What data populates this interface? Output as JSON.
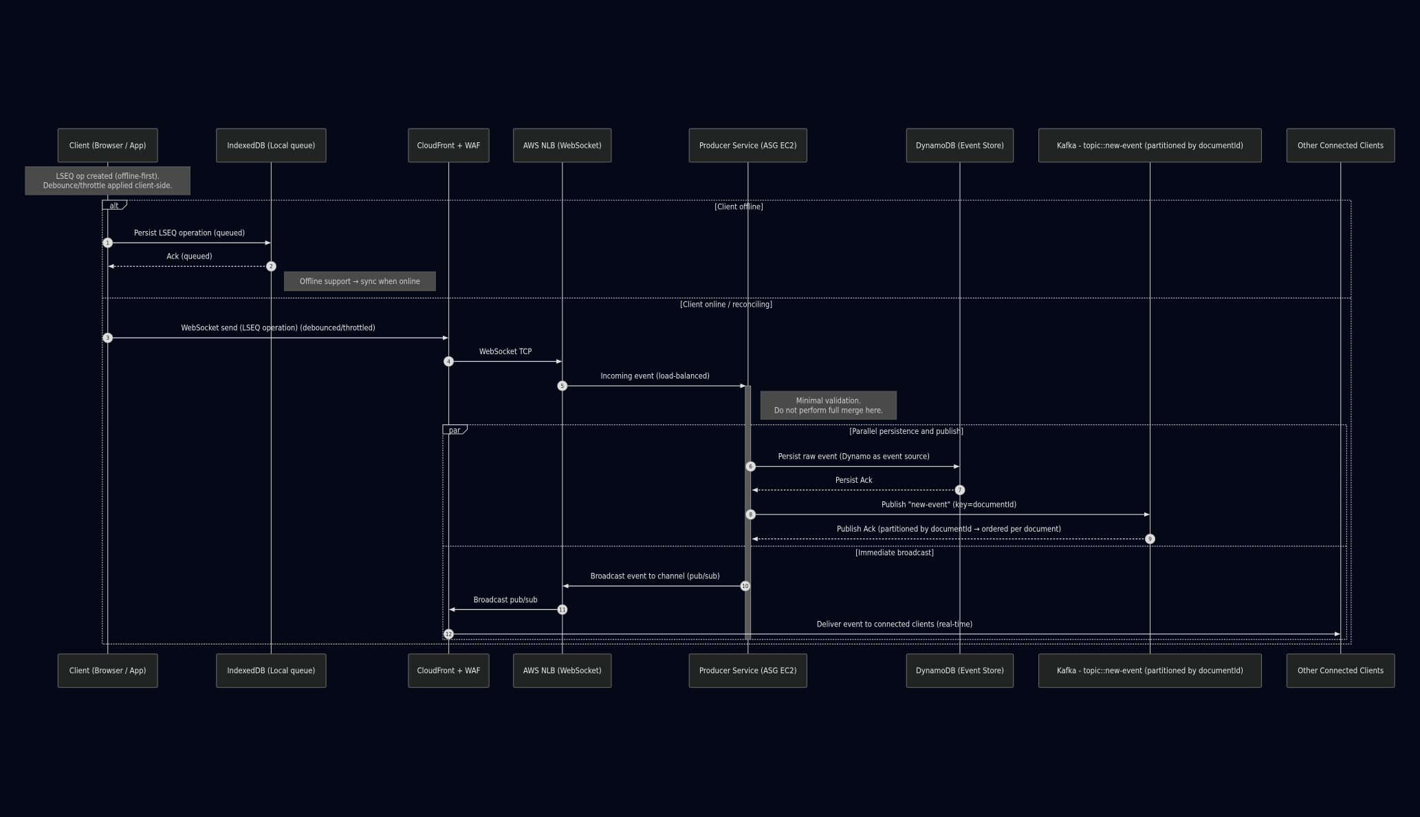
{
  "participants": [
    "Client (Browser / App)",
    "IndexedDB (Local queue)",
    "CloudFront + WAF",
    "AWS NLB (WebSocket)",
    "Producer Service (ASG EC2)",
    "DynamoDB (Event Store)",
    "Kafka - topic::new-event (partitioned by documentId)",
    "Other Connected Clients"
  ],
  "notes": [
    {
      "lines": [
        "LSEQ op created (offline-first).",
        "Debounce/throttle applied client-side."
      ]
    },
    {
      "lines": [
        "Offline support → sync when online"
      ]
    },
    {
      "lines": [
        "Minimal validation.",
        "Do not perform full merge here."
      ]
    }
  ],
  "frames": {
    "alt": {
      "keyword": "alt",
      "section1": "[Client offline]",
      "section2": "[Client online / reconciling]"
    },
    "par": {
      "keyword": "par",
      "section1": "[Parallel persistence and publish]",
      "section2": "[Immediate broadcast]"
    }
  },
  "messages": [
    {
      "num": "1",
      "from": 0,
      "to": 1,
      "label": "Persist LSEQ operation (queued)",
      "style": "solid"
    },
    {
      "num": "2",
      "from": 1,
      "to": 0,
      "label": "Ack (queued)",
      "style": "dashed"
    },
    {
      "num": "3",
      "from": 0,
      "to": 2,
      "label": "WebSocket send (LSEQ operation) (debounced/throttled)",
      "style": "solid"
    },
    {
      "num": "4",
      "from": 2,
      "to": 3,
      "label": "WebSocket TCP",
      "style": "solid"
    },
    {
      "num": "5",
      "from": 3,
      "to": 4,
      "label": "Incoming event (load-balanced)",
      "style": "solid"
    },
    {
      "num": "6",
      "from": 4,
      "to": 5,
      "label": "Persist raw event (Dynamo as event source)",
      "style": "solid"
    },
    {
      "num": "7",
      "from": 5,
      "to": 4,
      "label": "Persist Ack",
      "style": "dashed"
    },
    {
      "num": "8",
      "from": 4,
      "to": 6,
      "label": "Publish \"new-event\" (key=documentId)",
      "style": "solid"
    },
    {
      "num": "9",
      "from": 6,
      "to": 4,
      "label": "Publish Ack (partitioned by documentId → ordered per document)",
      "style": "dashed"
    },
    {
      "num": "10",
      "from": 4,
      "to": 3,
      "label": "Broadcast event to channel (pub/sub)",
      "style": "solid"
    },
    {
      "num": "11",
      "from": 3,
      "to": 2,
      "label": "Broadcast pub/sub",
      "style": "solid"
    },
    {
      "num": "12",
      "from": 2,
      "to": 7,
      "label": "Deliver event to connected clients (real-time)",
      "style": "solid"
    }
  ]
}
